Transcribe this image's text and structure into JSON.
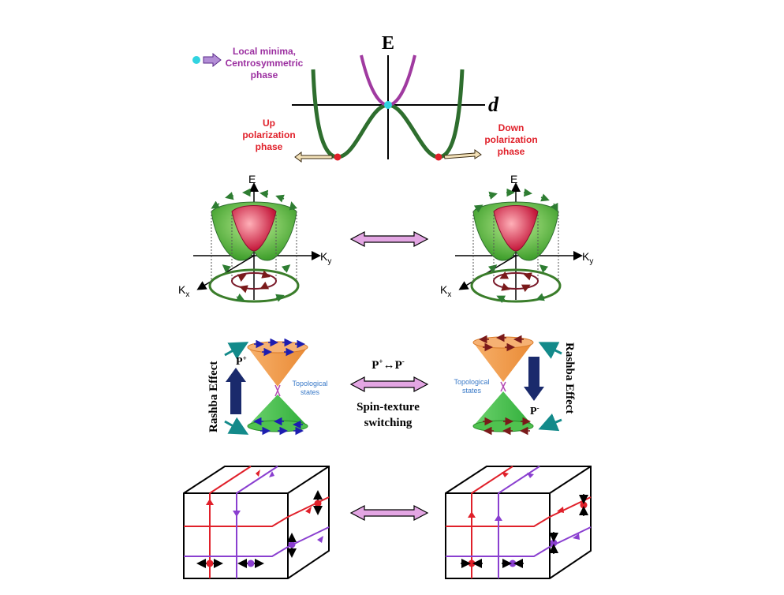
{
  "panel1": {
    "axis_e": "E",
    "axis_d": "d",
    "local_minima": [
      "Local minima,",
      "Centrosymmetric",
      "phase"
    ],
    "up_phase": [
      "Up",
      "polarization",
      "phase"
    ],
    "down_phase": [
      "Down",
      "polarization",
      "phase"
    ]
  },
  "panel2": {
    "e_label": "E",
    "ky_label": "K",
    "ky_sub": "y",
    "kx_label": "K",
    "kx_sub": "x"
  },
  "panel3": {
    "rashba": "Rashba Effect",
    "p_plus": "P",
    "p_minus": "P",
    "plus_sup": "+",
    "minus_sup": "-",
    "switch_p_plus": "P",
    "switch_arrow": "↔",
    "switch_p_minus": "P",
    "topo_line1": "Topological",
    "topo_line2": "states",
    "spin_texture_line1": "Spin-texture",
    "spin_texture_line2": "switching"
  },
  "colors": {
    "green": "#2e7d32",
    "purple": "#a03aa0",
    "red": "#e0202a",
    "cyan": "#31d3e0",
    "pink_arrow": "#e3a6e3",
    "orange": "#f4a05a",
    "cone_green": "#4fc24f",
    "navy": "#1a2a6c",
    "teal": "#138a8a",
    "violet": "#8a3fd0"
  }
}
